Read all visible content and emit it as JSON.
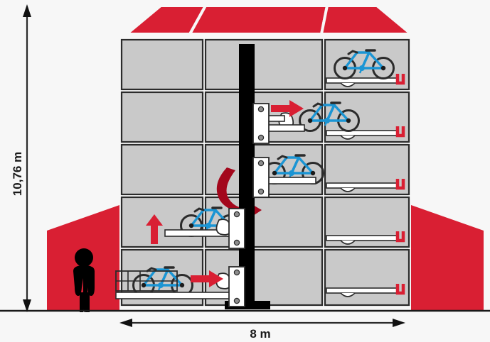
{
  "diagram": {
    "title_hidden": "",
    "background_color": "#f7f7f7",
    "brand_red": "#d91f33",
    "dark_red": "#a3071c",
    "bike_blue": "#1b95d4",
    "cell_fill": "#c9c9c9",
    "cell_stroke": "#2b2b2b",
    "column_color": "#000000",
    "ground_color": "#1a1a1a"
  },
  "dimensions": {
    "height_label": "10,76 m",
    "width_label": "8 m"
  },
  "structure": {
    "rows": 5,
    "columns": 3,
    "roof_panels": 3
  },
  "elements": {
    "person_label": "person-silhouette",
    "column_label": "central-lift-column",
    "left_wing_label": "left-red-wing",
    "right_wing_label": "right-red-wing",
    "roof_label": "red-roof"
  },
  "bicycles": [
    {
      "id": "bike-r1-c3",
      "row": 1,
      "column": 3,
      "facing": "left",
      "on_tray": true
    },
    {
      "id": "bike-r2-c3",
      "row": 2,
      "column": 3,
      "facing": "left",
      "on_tray": true
    },
    {
      "id": "bike-r3-c3",
      "row": 3,
      "column": 3,
      "facing": "left",
      "on_tray": true
    },
    {
      "id": "bike-r4-c2",
      "row": 4,
      "column": 2,
      "facing": "left",
      "on_tray": true
    },
    {
      "id": "bike-r5-c1",
      "row": 5,
      "column": 1,
      "facing": "left",
      "on_tray": true
    }
  ],
  "arrows": [
    {
      "id": "arrow-transfer-row2",
      "direction": "right",
      "color": "#d91f33"
    },
    {
      "id": "arrow-lift-up-row4",
      "direction": "up",
      "color": "#d91f33"
    },
    {
      "id": "arrow-intake-row5",
      "direction": "right",
      "color": "#d91f33"
    },
    {
      "id": "arrow-rotate-column",
      "direction": "curved-clockwise",
      "color": "#a3071c"
    }
  ]
}
